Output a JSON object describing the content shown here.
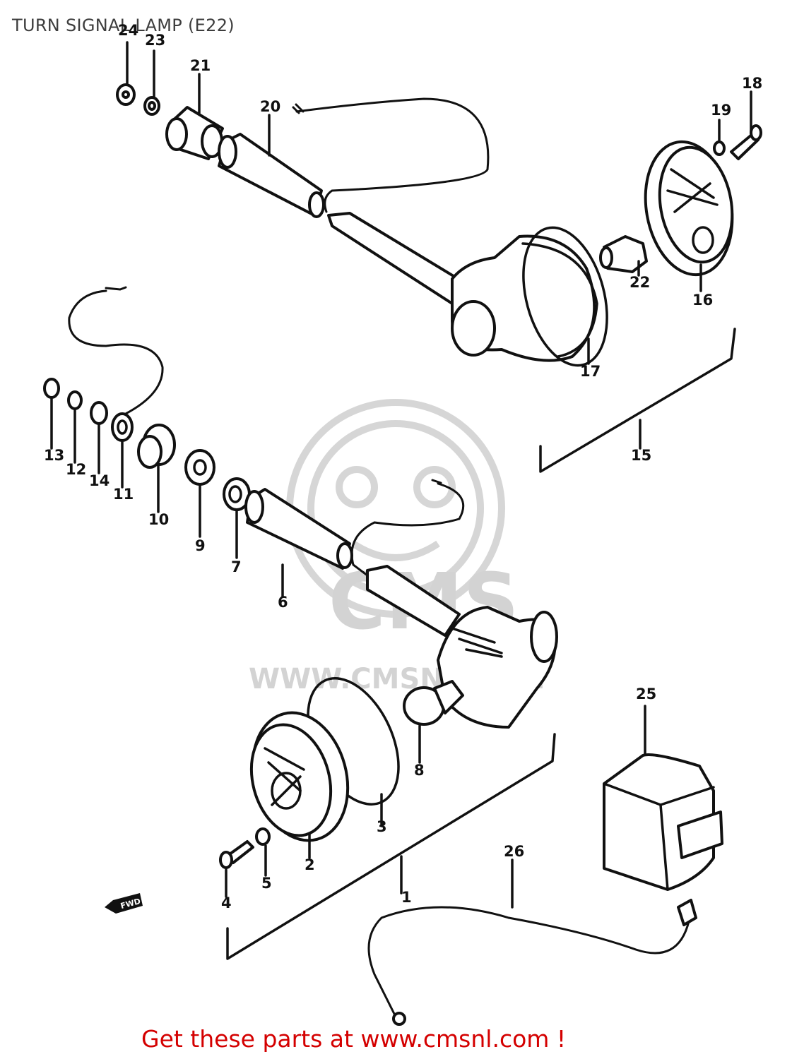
{
  "title": "TURN SIGNAL LAMP (E22)",
  "footer_link": "Get these parts at www.cmsnl.com !",
  "watermark": {
    "logo_text": "CMS",
    "url_text": "WWW.CMSNL.COM"
  },
  "direction_arrow": "FWD",
  "callouts": [
    "1",
    "2",
    "3",
    "4",
    "5",
    "6",
    "7",
    "8",
    "9",
    "10",
    "11",
    "12",
    "13",
    "14",
    "15",
    "16",
    "17",
    "18",
    "19",
    "20",
    "21",
    "22",
    "23",
    "24",
    "25",
    "26"
  ],
  "colors": {
    "title": "#3d3d3d",
    "link": "#d40000",
    "line_art": "#111111",
    "watermark": "#d3d3d3"
  }
}
